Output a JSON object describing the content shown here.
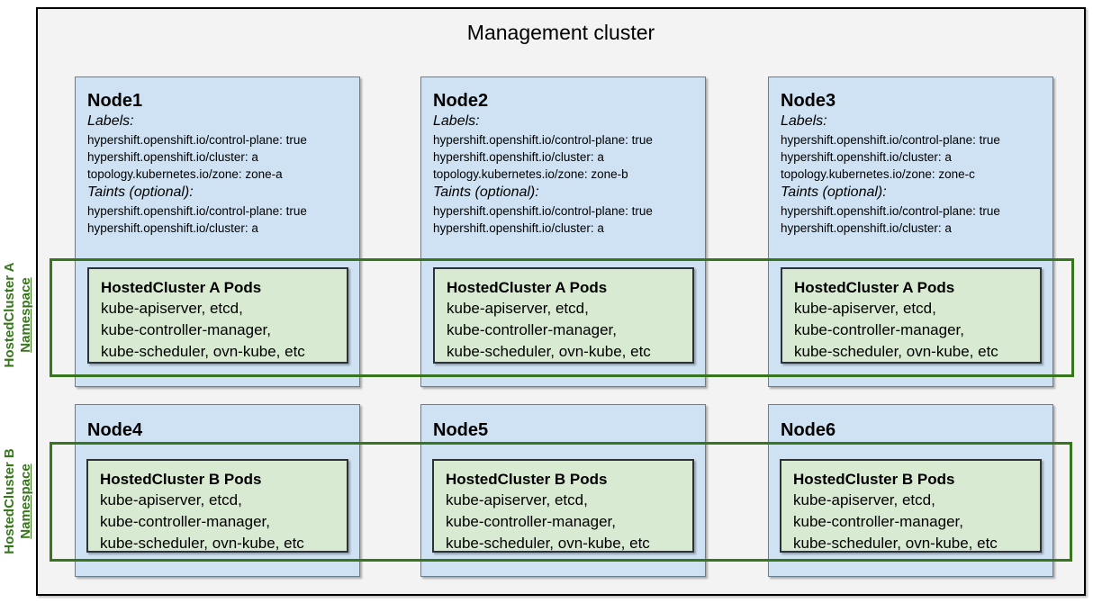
{
  "diagram": {
    "title": "Management cluster"
  },
  "namespace_overlays": [
    {
      "line1": "HostedCluster A",
      "line2": "Namespace"
    },
    {
      "line1": "HostedCluster B",
      "line2": "Namespace"
    }
  ],
  "nodes": [
    {
      "name": "Node1",
      "labels_heading": "Labels:",
      "labels": [
        "hypershift.openshift.io/control-plane: true",
        "hypershift.openshift.io/cluster: a",
        "topology.kubernetes.io/zone: zone-a"
      ],
      "taints_heading": "Taints (optional):",
      "taints": [
        "hypershift.openshift.io/control-plane: true",
        "hypershift.openshift.io/cluster: a"
      ],
      "pods": {
        "title": "HostedCluster A Pods",
        "lines": [
          "kube-apiserver, etcd,",
          "kube-controller-manager,",
          "kube-scheduler, ovn-kube, etc"
        ]
      }
    },
    {
      "name": "Node2",
      "labels_heading": "Labels:",
      "labels": [
        "hypershift.openshift.io/control-plane: true",
        "hypershift.openshift.io/cluster: a",
        "topology.kubernetes.io/zone: zone-b"
      ],
      "taints_heading": "Taints (optional):",
      "taints": [
        "hypershift.openshift.io/control-plane: true",
        "hypershift.openshift.io/cluster: a"
      ],
      "pods": {
        "title": "HostedCluster A Pods",
        "lines": [
          "kube-apiserver, etcd,",
          "kube-controller-manager,",
          "kube-scheduler, ovn-kube, etc"
        ]
      }
    },
    {
      "name": "Node3",
      "labels_heading": "Labels:",
      "labels": [
        "hypershift.openshift.io/control-plane: true",
        "hypershift.openshift.io/cluster: a",
        "topology.kubernetes.io/zone: zone-c"
      ],
      "taints_heading": "Taints (optional):",
      "taints": [
        "hypershift.openshift.io/control-plane: true",
        "hypershift.openshift.io/cluster: a"
      ],
      "pods": {
        "title": "HostedCluster A Pods",
        "lines": [
          "kube-apiserver, etcd,",
          "kube-controller-manager,",
          "kube-scheduler, ovn-kube, etc"
        ]
      }
    },
    {
      "name": "Node4",
      "pods": {
        "title": "HostedCluster B Pods",
        "lines": [
          "kube-apiserver, etcd,",
          "kube-controller-manager,",
          "kube-scheduler, ovn-kube, etc"
        ]
      }
    },
    {
      "name": "Node5",
      "pods": {
        "title": "HostedCluster B Pods",
        "lines": [
          "kube-apiserver, etcd,",
          "kube-controller-manager,",
          "kube-scheduler, ovn-kube, etc"
        ]
      }
    },
    {
      "name": "Node6",
      "pods": {
        "title": "HostedCluster B Pods",
        "lines": [
          "kube-apiserver, etcd,",
          "kube-controller-manager,",
          "kube-scheduler, ovn-kube, etc"
        ]
      }
    }
  ],
  "colors": {
    "cluster_fill": "#f3f3f3",
    "cluster_border": "#000000",
    "node_fill": "#cfe2f3",
    "node_border": "#66808f",
    "pods_fill": "#d9ead3",
    "pods_border": "#2d3238",
    "namespace_green": "#38761d"
  }
}
